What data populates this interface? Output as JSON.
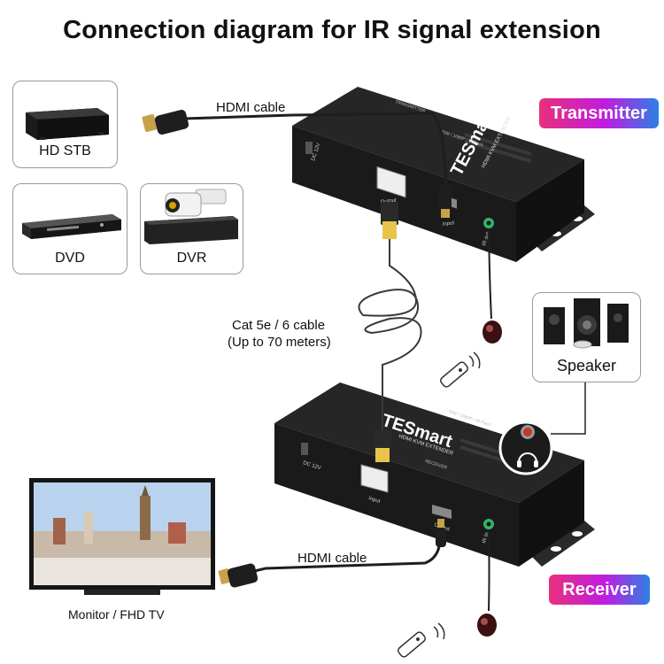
{
  "title": "Connection diagram for IR signal extension",
  "sources": [
    {
      "label": "HD STB",
      "icon": "set-top-box-icon"
    },
    {
      "label": "DVD",
      "icon": "dvd-player-icon"
    },
    {
      "label": "DVR",
      "icon": "dvr-camera-icon"
    }
  ],
  "transmitter": {
    "tag": "Transmitter",
    "brand": "TESmart",
    "model": "HDMI KVM EXTENDER",
    "spec": "70M / 1080P / IR Pass",
    "type": "TRANSMITTER",
    "ports": {
      "power": "DC 12V",
      "lan": "Output",
      "hdmi": "Input",
      "ir": "IR out"
    }
  },
  "receiver": {
    "tag": "Receiver",
    "brand": "TESmart",
    "model": "HDMI KVM EXTENDER",
    "spec": "70M / 1080P / IR Pass",
    "type": "RECEIVER",
    "ports": {
      "power": "DC 12V",
      "lan": "Input",
      "hdmi": "Output",
      "ir": "IR In"
    }
  },
  "cables": {
    "hdmi_top": "HDMI cable",
    "cat_line1": "Cat 5e / 6 cable",
    "cat_line2": "(Up to 70 meters)",
    "hdmi_bottom": "HDMI cable"
  },
  "speaker": {
    "label": "Speaker"
  },
  "monitor": {
    "label": "Monitor / FHD TV"
  },
  "colors": {
    "tag_start": "#e8307a",
    "tag_mid": "#c21be0",
    "tag_end": "#2d7fe6",
    "device": "#1c1c1c"
  }
}
